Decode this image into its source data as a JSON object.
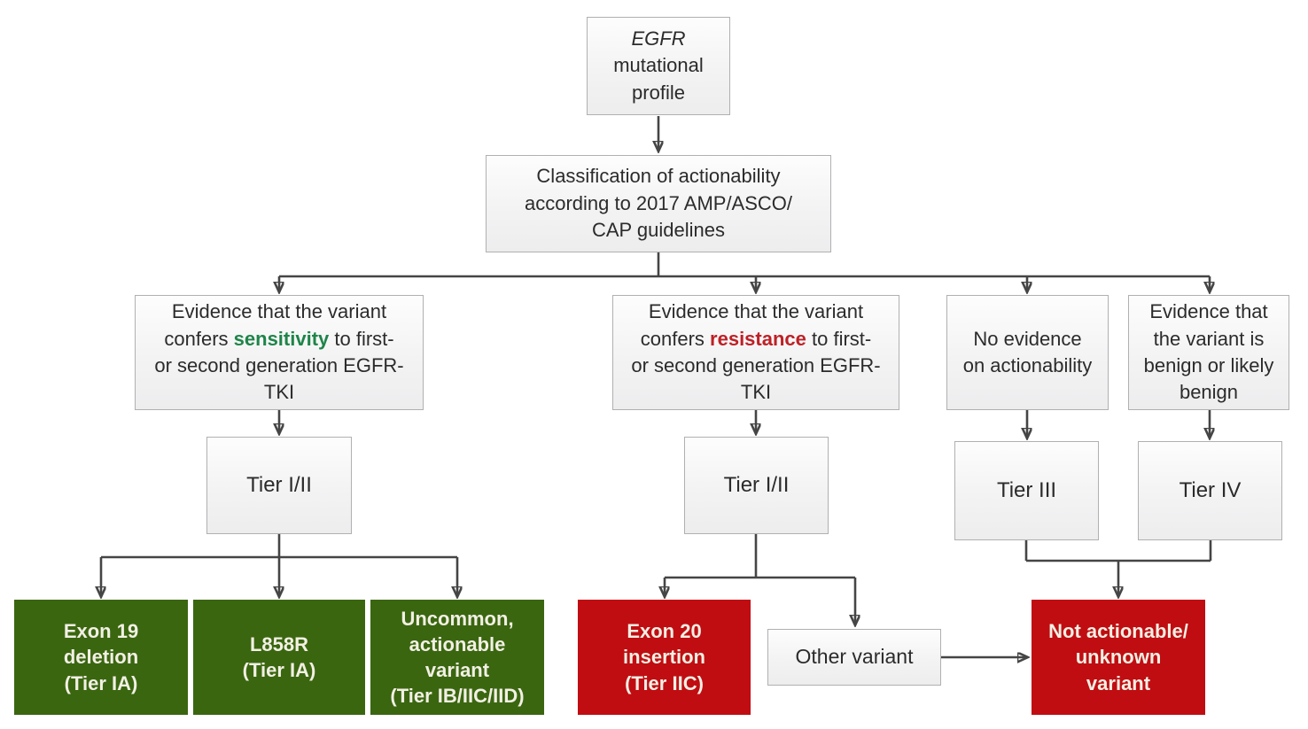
{
  "colors": {
    "green_fill": "#3a6610",
    "red_fill": "#c00d12",
    "sensitivity_text": "#1e8449",
    "resistance_text": "#be2026",
    "box_border": "#b0b0b2",
    "connector": "#454545",
    "leaf_text": "#f2f0e4"
  },
  "nodes": {
    "root": {
      "gene": "EGFR",
      "rest": "mutational profile"
    },
    "classification": {
      "lines": [
        "Classification of actionability",
        "according to 2017 AMP/ASCO/",
        "CAP guidelines"
      ]
    },
    "sensitivity_branch": {
      "line1": "Evidence that the variant",
      "line2_pre": "confers ",
      "highlight": "sensitivity",
      "line2_post": " to first-",
      "line3": "or second generation EGFR-",
      "line4": "TKI"
    },
    "resistance_branch": {
      "line1": "Evidence that the variant",
      "line2_pre": "confers ",
      "highlight": "resistance",
      "line2_post": " to first-",
      "line3": "or second generation EGFR-",
      "line4": "TKI"
    },
    "no_evidence_branch": {
      "lines": [
        "No evidence",
        "on actionability"
      ]
    },
    "benign_branch": {
      "lines": [
        "Evidence that",
        "the variant is",
        "benign or likely",
        "benign"
      ]
    },
    "tier_1_2_sensitivity": {
      "label": "Tier I/II"
    },
    "tier_1_2_resistance": {
      "label": "Tier I/II"
    },
    "tier_3": {
      "label": "Tier III"
    },
    "tier_4": {
      "label": "Tier IV"
    },
    "exon19_deletion": {
      "lines": [
        "Exon 19",
        "deletion",
        "(Tier IA)"
      ]
    },
    "l858r": {
      "lines": [
        "L858R",
        "(Tier IA)"
      ]
    },
    "uncommon_actionable": {
      "lines": [
        "Uncommon,",
        "actionable",
        "variant",
        "(Tier IB/IIC/IID)"
      ]
    },
    "exon20_insertion": {
      "lines": [
        "Exon 20",
        "insertion",
        "(Tier IIC)"
      ]
    },
    "other_variant": {
      "label": "Other variant"
    },
    "not_actionable": {
      "lines": [
        "Not actionable/",
        "unknown",
        "variant"
      ]
    }
  }
}
